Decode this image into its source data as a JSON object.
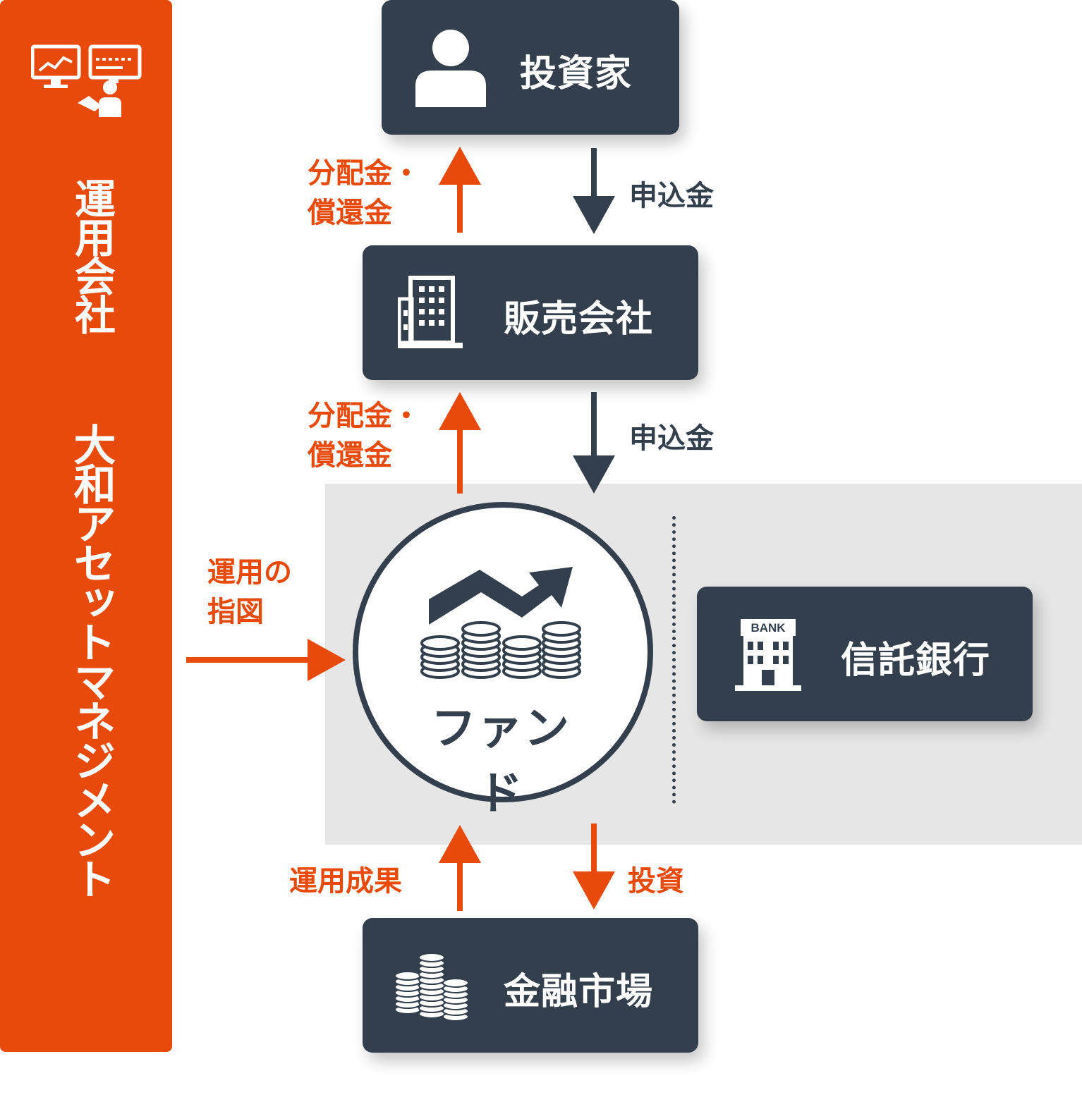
{
  "sidebar": {
    "role": "運用会社",
    "company": "大和アセットマネジメント"
  },
  "nodes": {
    "investor": "投資家",
    "distributor": "販売会社",
    "fund": "ファンド",
    "trust_bank": "信託銀行",
    "market": "金融市場"
  },
  "bank_sign": "BANK",
  "flows": {
    "payout_1_line1": "分配金・",
    "payout_1_line2": "償還金",
    "subscription_1": "申込金",
    "payout_2_line1": "分配金・",
    "payout_2_line2": "償還金",
    "subscription_2": "申込金",
    "instruction_line1": "運用の",
    "instruction_line2": "指図",
    "results": "運用成果",
    "investment": "投資"
  },
  "colors": {
    "accent": "#e84a0c",
    "box": "#333f4d",
    "shade": "#e6e6e6"
  }
}
